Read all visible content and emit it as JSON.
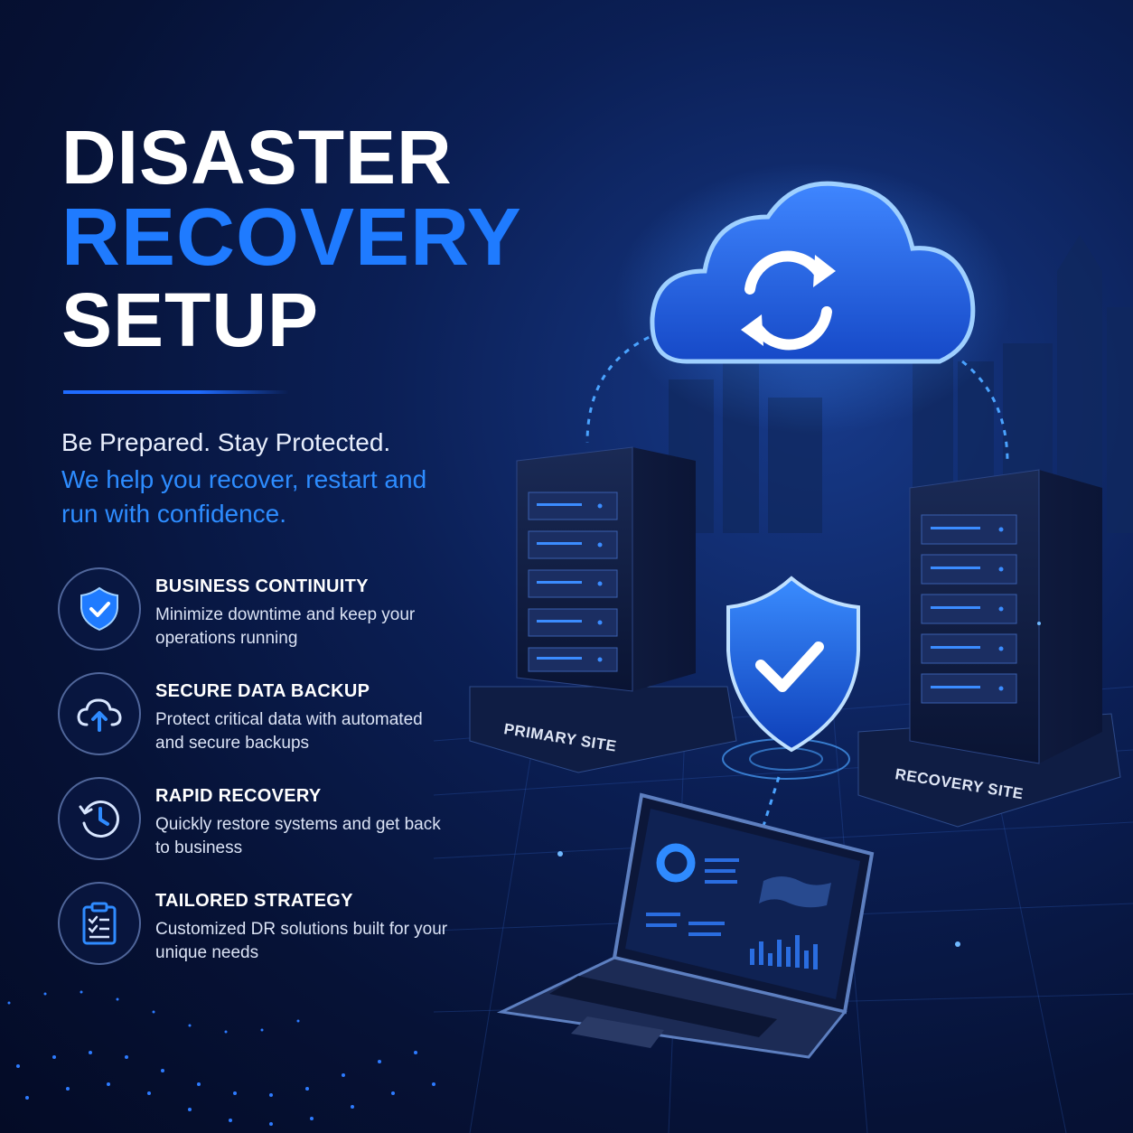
{
  "title": {
    "line1": "DISASTER",
    "line2": "RECOVERY",
    "line3": "SETUP"
  },
  "tagline": {
    "line1": "Be Prepared. Stay Protected.",
    "line2": "We help you recover, restart and run with confidence."
  },
  "features": [
    {
      "icon": "shield-check-icon",
      "title": "BUSINESS CONTINUITY",
      "desc": "Minimize downtime and keep your operations running"
    },
    {
      "icon": "cloud-upload-icon",
      "title": "SECURE DATA BACKUP",
      "desc": "Protect critical data with automated and secure backups"
    },
    {
      "icon": "clock-restore-icon",
      "title": "RAPID RECOVERY",
      "desc": "Quickly restore systems and get back to business"
    },
    {
      "icon": "clipboard-checklist-icon",
      "title": "TAILORED STRATEGY",
      "desc": "Customized DR solutions built for your unique needs"
    }
  ],
  "illustration": {
    "primary_site_label": "PRIMARY SITE",
    "recovery_site_label": "RECOVERY SITE"
  },
  "colors": {
    "accent": "#1f7bff",
    "background": "#061236",
    "text": "#ffffff"
  }
}
